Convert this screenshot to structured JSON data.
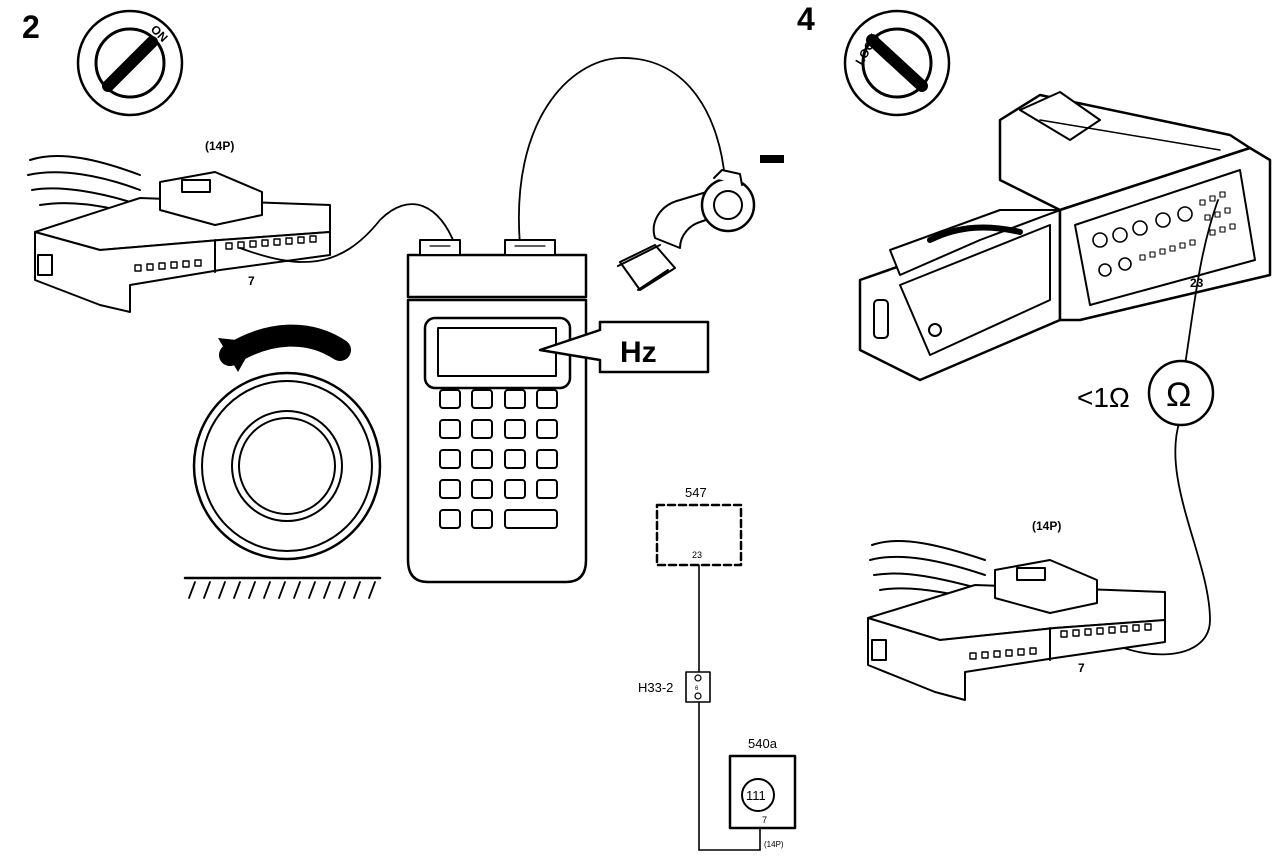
{
  "steps": {
    "left": {
      "number": "2",
      "switch_label": "ON"
    },
    "right": {
      "number": "4",
      "switch_label": "LOCK"
    }
  },
  "connectors": {
    "left_top": {
      "label": "(14P)",
      "pin": "7"
    },
    "right_bottom": {
      "label": "(14P)",
      "pin": "7"
    },
    "ecu_pin": "23"
  },
  "tester": {
    "display_unit": "Hz"
  },
  "ground_terminal": {
    "polarity": "—"
  },
  "measurement": {
    "value": "<1Ω",
    "meter_symbol": "Ω"
  },
  "schematic": {
    "top_module": {
      "label": "547",
      "pin": "23"
    },
    "junction": {
      "label": "H33-2",
      "pin": "6"
    },
    "bottom_module": {
      "label": "540a",
      "connector": "111",
      "pin": "7",
      "connector_size": "(14P)"
    }
  },
  "colors": {
    "line": "#000000",
    "background": "#ffffff"
  }
}
